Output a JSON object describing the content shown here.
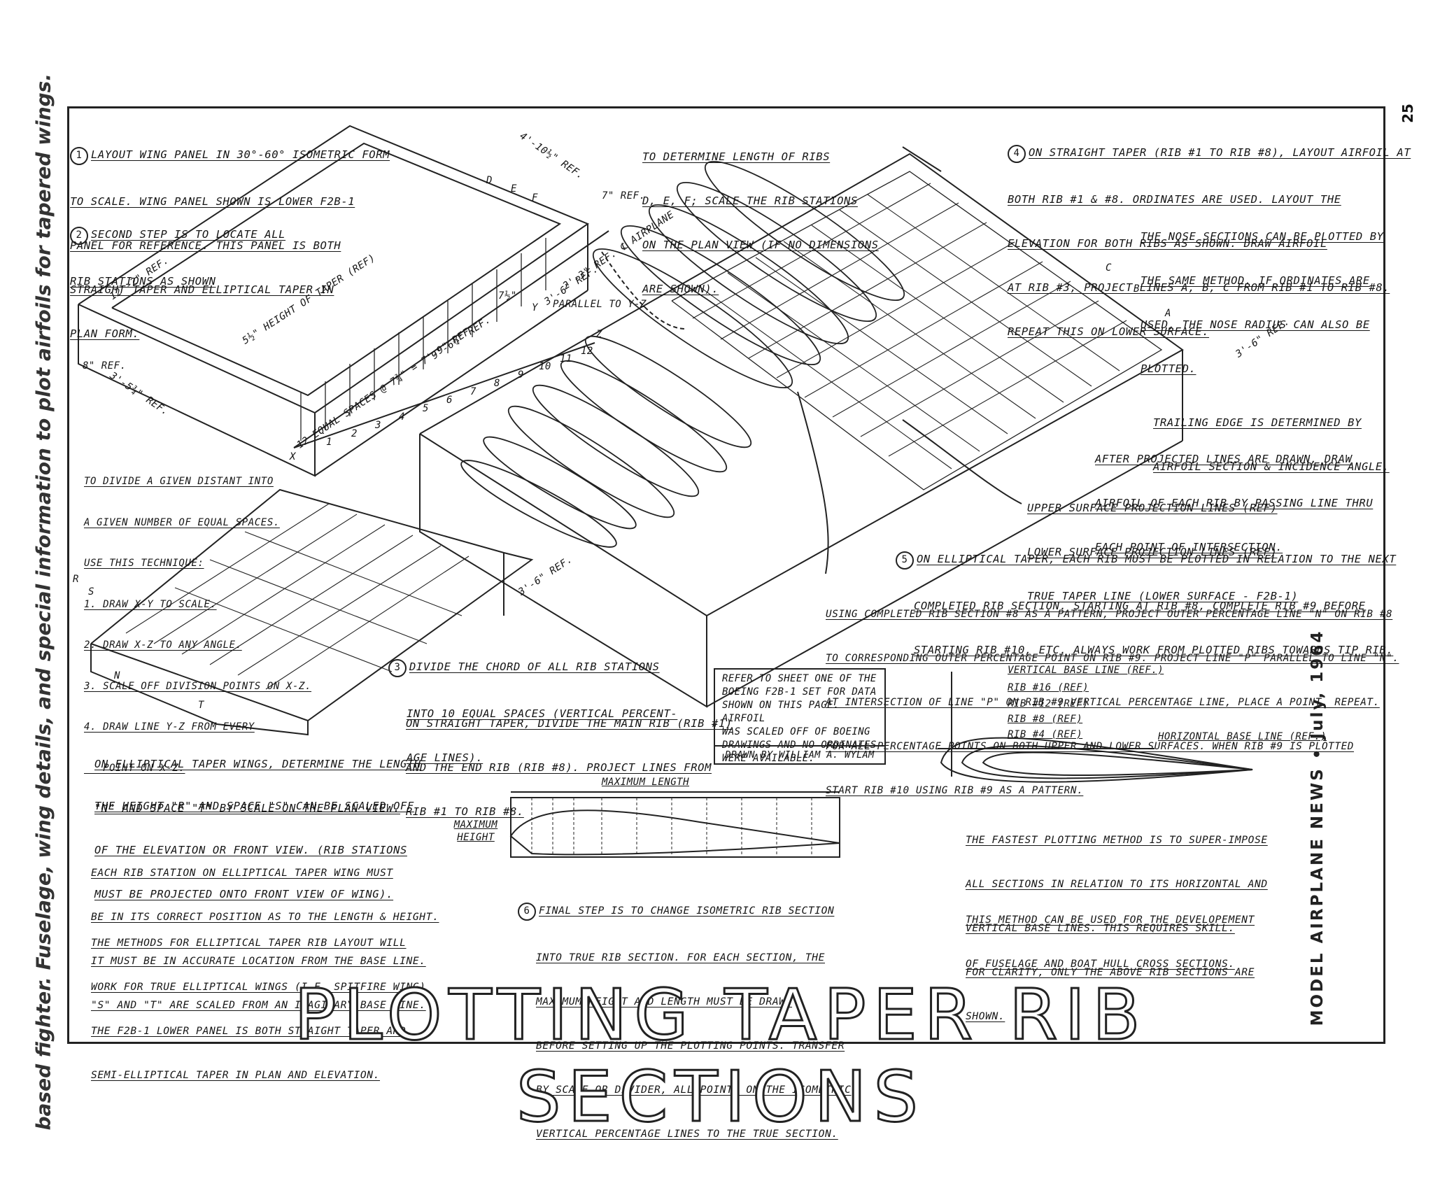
{
  "side_caption_left": "based fighter. Fuselage, wing details, and special information to plot airfoils for tapered wings.",
  "side_caption_right": "MODEL AIRPLANE NEWS • July, 1964",
  "page_number": "25",
  "title": "PLOTTING TAPER RIB SECTIONS",
  "notes": {
    "step1": {
      "number": "1",
      "lines": [
        "Layout Wing Panel In 30°-60° Isometric Form",
        "To Scale. Wing Panel Shown Is Lower F2B-1",
        "Panel For Reference. This Panel Is Both",
        "Straight Taper And Elliptical Taper In",
        "Plan Form."
      ]
    },
    "step2": {
      "number": "2",
      "lines": [
        "Second Step Is To Locate All",
        "Rib Stations As Shown"
      ]
    },
    "rib_length": {
      "lines": [
        "To Determine Length Of Ribs",
        "D, E, F; Scale The Rib Stations",
        "On The Plan View (If No Dimensions",
        "Are Shown)."
      ]
    },
    "step4": {
      "number": "4",
      "lines": [
        "On Straight Taper (Rib #1 To Rib #8), Layout Airfoil At",
        "Both Rib #1 & #8. Ordinates Are Used. Layout The",
        "Elevation For Both Ribs As Shown. Draw Airfoil",
        "At Rib #3, Project Lines A, B, C From Rib #1 To Rib #8.",
        "Repeat This On Lower Surface."
      ]
    },
    "nose": {
      "lines": [
        "The Nose Sections Can Be Plotted By",
        "The Same Method. If Ordinates Are",
        "Used, The Nose Radius Can Also Be",
        "Plotted."
      ]
    },
    "trailing": {
      "lines": [
        "Trailing Edge Is Determined By",
        "Airfoil Section & Incidence Angle."
      ]
    },
    "after_projected": {
      "lines": [
        "After Projected Lines Are Drawn, Draw",
        "Airfoil Of Each Rib By Passing Line Thru",
        "Each Point Of Intersection."
      ]
    },
    "projection_lines": {
      "lines": [
        "Upper Surface Projection Lines (Ref)",
        "Lower Surface Projection Lines (Ref)",
        "True Taper Line (Lower Surface - F2B-1)"
      ]
    },
    "step5": {
      "number": "5",
      "lines": [
        "On Elliptical Taper, Each Rib Must Be Plotted In Relation To The Next",
        "Completed Rib Section. Starting At Rib #8, Complete Rib #9 Before",
        "Starting Rib #10, Etc. Always Work From Plotted Ribs Towards Tip Rib."
      ]
    },
    "using_completed": {
      "lines": [
        "Using Completed Rib Section #8 As A Pattern, Project Outer Percentage Line \"N\" On Rib #8",
        "To Corresponding Outer Percentage Point On Rib #9. Project Line \"P\" Parallel To Line \"N\".",
        "At Intersection Of Line \"P\" On Rib #9 Vertical Percentage Line, Place A Point. Repeat.",
        "For All Percentage Points On Both Upper And Lower Surfaces. When Rib #9 Is Plotted",
        "Start Rib #10 Using Rib #9 As A Pattern."
      ]
    },
    "divide": {
      "lines": [
        "To Divide A Given Distant Into",
        "A Given Number Of Equal Spaces.",
        "Use This Technique:",
        "1. Draw X-Y To Scale.",
        "2. Draw X-Z To Any Angle.",
        "3. Scale Off Division Points On X-Z.",
        "4. Draw Line Y-Z From Every",
        "   Point On X-Z."
      ]
    },
    "step3": {
      "number": "3",
      "lines": [
        "Divide The Chord Of All Rib Stations",
        "Into 10 Equal Spaces (Vertical Percent-",
        "Age Lines)."
      ]
    },
    "straight_taper": {
      "lines": [
        "On Straight Taper, Divide The Main Rib (Rib #1)",
        "And The End Rib (Rib #8). Project Lines From",
        "Rib #1 To Rib #8."
      ]
    },
    "elliptical": {
      "lines": [
        "On Elliptical Taper Wings, Determine The Length",
        "\"N\" And Space \"T\" By Scale On The Plan View."
      ]
    },
    "height_r": {
      "lines": [
        "The Height \"R\" And Space \"S\" Can Be Scaled Off",
        "Of The Elevation Or Front View. (Rib Stations",
        "Must Be Projected Onto Front View Of Wing)."
      ]
    },
    "each_rib": {
      "lines": [
        "Each Rib Station On Elliptical Taper Wing Must",
        "Be In Its Correct Position As To The Length & Height.",
        "It Must Be In Accurate Location From The Base Line.",
        "\"S\" And \"T\" Are Scaled From An Imaginary Base Line."
      ]
    },
    "methods": {
      "lines": [
        "The Methods For Elliptical Taper Rib Layout Will",
        "Work For True Elliptical Wings (I.E. Spitfire Wing)",
        "The F2B-1 Lower Panel Is Both Straight Taper And",
        "Semi-Elliptical Taper In Plan And Elevation."
      ]
    },
    "step6": {
      "number": "6",
      "lines": [
        "Final Step Is To Change Isometric Rib Section",
        "Into True Rib Section. For Each Section, The",
        "Maximum Height And Length Must Be Drawn",
        "Before Setting Up The Plotting Points. Transfer",
        "By Scale Or Divider, All Points On The Isometric",
        "Vertical Percentage Lines To The True Section."
      ]
    },
    "fastest": {
      "lines": [
        "The Fastest Plotting Method Is To Super-Impose",
        "All Sections In Relation To Its Horizontal And",
        "Vertical Base Lines. This Requires Skill.",
        "For Clarity, Only The Above Rib Sections Are",
        "Shown."
      ]
    },
    "method_used": {
      "lines": [
        "This Method Can Be Used For The Developement",
        "Of Fuselage And Boat Hull Cross Sections."
      ]
    }
  },
  "reference_box": {
    "lines": [
      "Refer To Sheet One Of The",
      "Boeing F2B-1 Set For Data",
      "Shown On This Page. Airfoil",
      "Was Scaled Off Of Boeing",
      "Drawings And No Ordinates",
      "Were Available."
    ],
    "credit": "Drawn By William A. Wylam"
  },
  "dimension_labels": {
    "d1": "4'-10½\" Ref.",
    "d2": "7\" Ref.",
    "d3": "12'-2\" Ref.",
    "d4": "5½\" Height Of Taper (Ref)",
    "d5": "2'-3\" Ref. ℄ Airplane",
    "d6": "3'-6\" Ref.",
    "d7": "7½\"",
    "d8": "Parallel To Y-Z",
    "d9": "9'-6¾\" Ref.",
    "d10": "12 Equal Spaces @ 7¾\" = 7'-9\" Ref.",
    "d11": "3'-5¾\" Ref.",
    "d12": "8\" Ref.",
    "d13": "3'-6\" Ref.",
    "d14": "3'-6\" Ref."
  },
  "axis_letters": {
    "x": "X",
    "y": "Y",
    "z": "Z",
    "r": "R",
    "s": "S",
    "n": "N",
    "t": "T",
    "a": "A",
    "b": "B",
    "c": "C",
    "d": "D",
    "e": "E",
    "f": "F"
  },
  "rib_numbers": [
    "1",
    "2",
    "3",
    "4",
    "5",
    "6",
    "7",
    "8",
    "9",
    "10",
    "11",
    "12"
  ],
  "profile_labels": {
    "max_length": "Maximum Length",
    "max_height": "Maximum Height",
    "vertical_base": "Vertical Base Line (Ref.)",
    "rib16": "Rib #16 (Ref)",
    "rib12": "Rib #12 (Ref)",
    "rib8": "Rib #8 (Ref)",
    "rib4": "Rib #4 (Ref)",
    "horizontal_base": "Horizontal Base Line (Ref.)"
  },
  "colors": {
    "ink": "#222222",
    "paper": "#ffffff"
  }
}
